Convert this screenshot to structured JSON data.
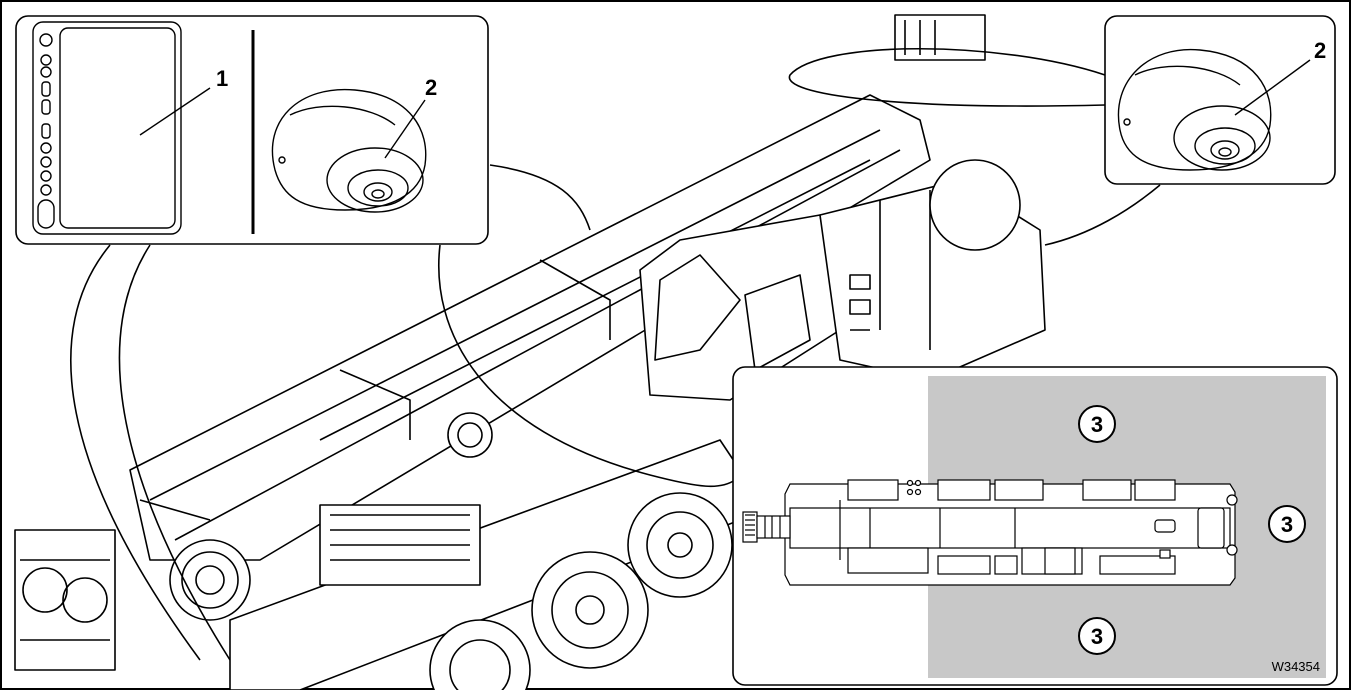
{
  "labels": {
    "callout_1": "1",
    "callout_2_left": "2",
    "callout_2_right": "2",
    "zone_top": "3",
    "zone_right": "3",
    "zone_bottom": "3"
  },
  "figure_id": "W34354",
  "colors": {
    "line": "#000000",
    "zone_fill": "#c8c8c8",
    "background": "#ffffff"
  }
}
